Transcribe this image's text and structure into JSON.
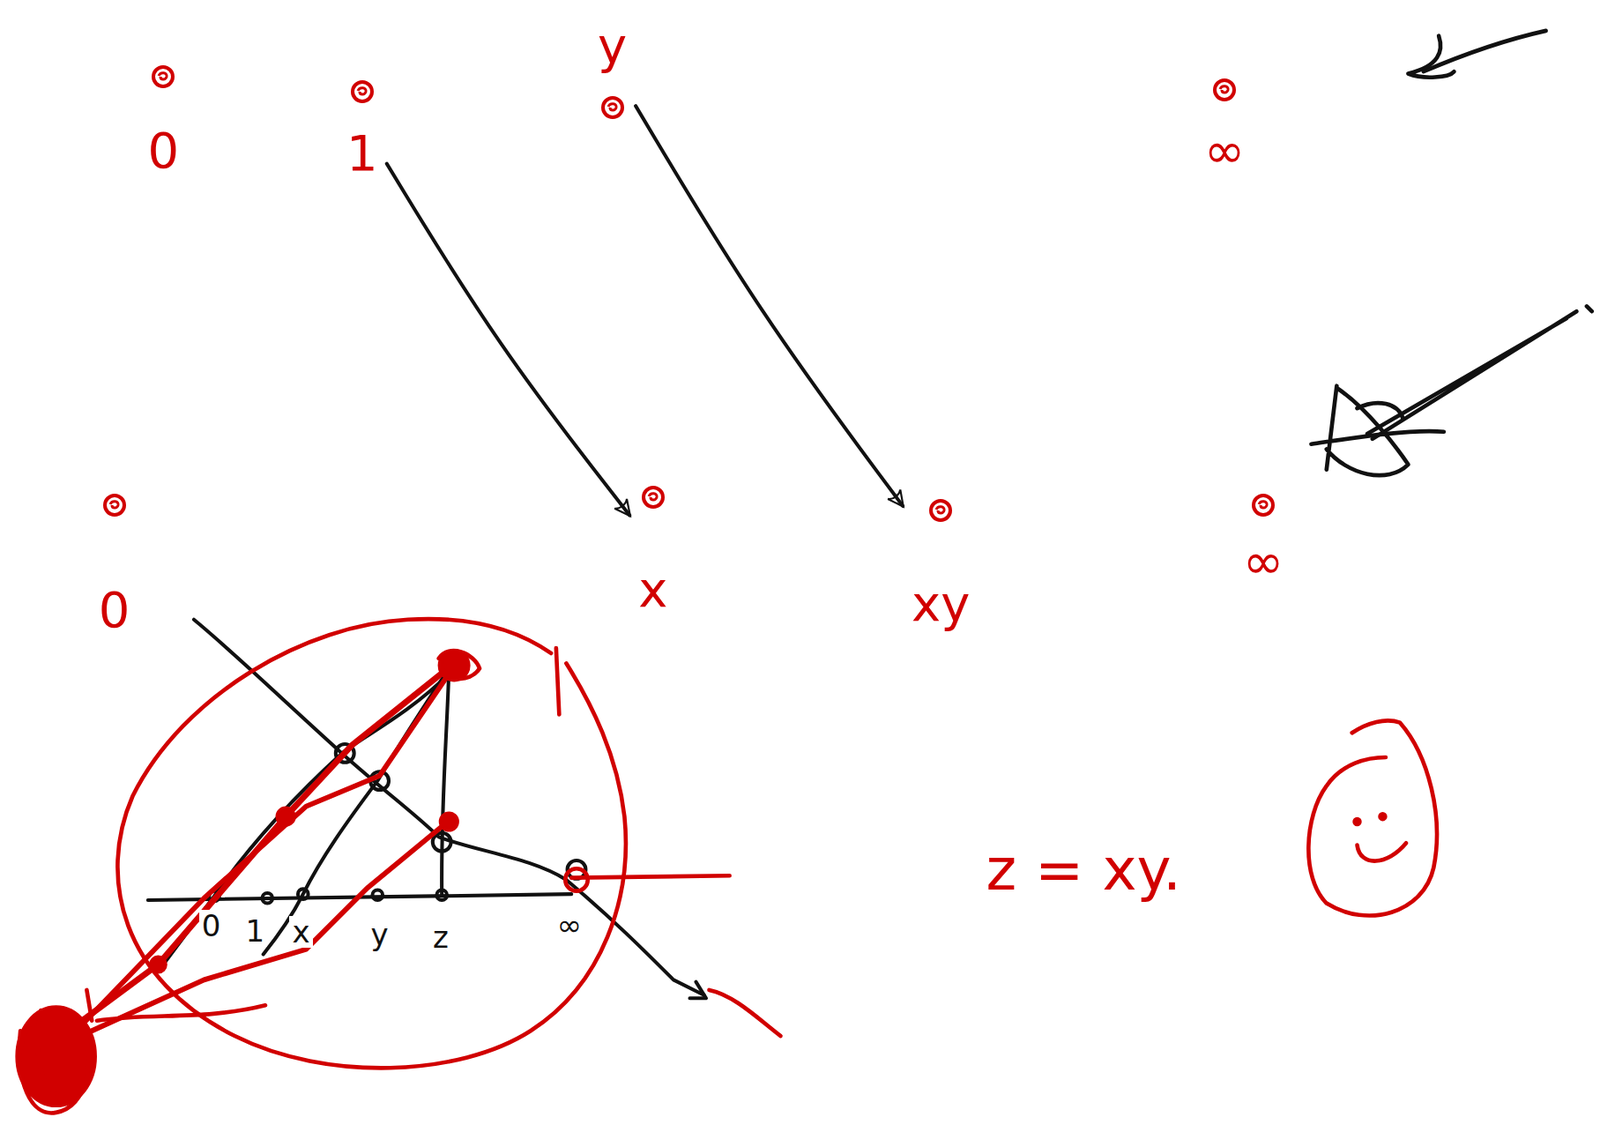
{
  "diagram": {
    "nodes": [
      {
        "text": [
          "0"
        ]
      },
      {
        "text": [
          "1"
        ]
      },
      {
        "text": [
          "y"
        ]
      },
      {
        "text": [
          "∞"
        ]
      },
      {
        "text": [
          "0"
        ]
      },
      {
        "text": [
          "x"
        ]
      },
      {
        "text": [
          "xy"
        ]
      },
      {
        "text": [
          "∞"
        ]
      }
    ],
    "edges": [
      {
        "from": 1,
        "to": 5,
        "arrow": "to"
      },
      {
        "from": 2,
        "to": 6,
        "arrow": "to"
      }
    ],
    "labels": [
      "0",
      "1",
      "x",
      "y",
      "z",
      "∞",
      "z = xy."
    ]
  }
}
